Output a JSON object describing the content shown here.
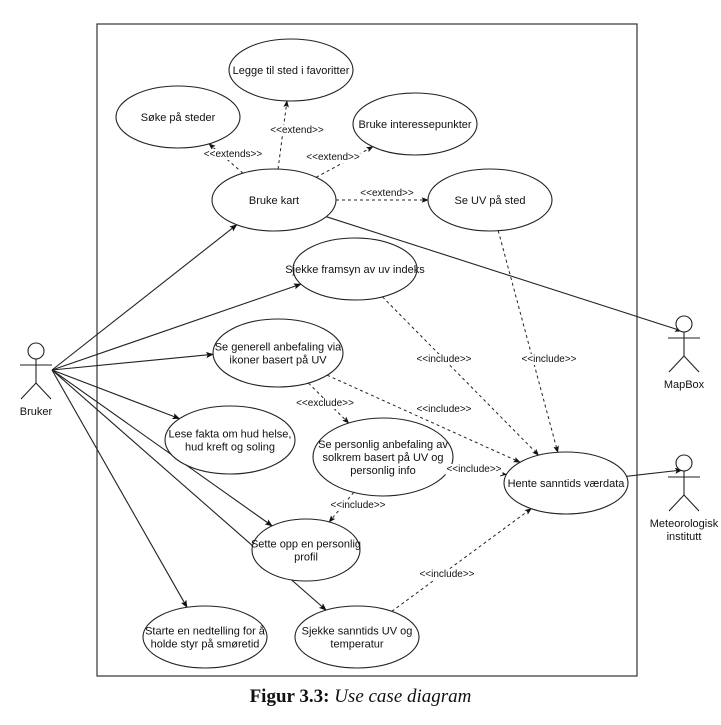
{
  "diagram": {
    "type": "uml-use-case",
    "actors": [
      {
        "id": "bruker",
        "label": [
          "Bruker"
        ]
      },
      {
        "id": "mapbox",
        "label": [
          "MapBox"
        ]
      },
      {
        "id": "met",
        "label": [
          "Meteorologisk",
          "institutt"
        ]
      }
    ],
    "use_cases": [
      {
        "id": "soke",
        "label": [
          "Søke på steder"
        ]
      },
      {
        "id": "legge",
        "label": [
          "Legge til sted i favoritter"
        ]
      },
      {
        "id": "interesse",
        "label": [
          "Bruke interessepunkter"
        ]
      },
      {
        "id": "kart",
        "label": [
          "Bruke kart"
        ]
      },
      {
        "id": "seuv",
        "label": [
          "Se UV på sted"
        ]
      },
      {
        "id": "framsyn",
        "label": [
          "Sjekke framsyn av uv indeks"
        ]
      },
      {
        "id": "generell",
        "label": [
          "Se generell anbefaling via",
          "ikoner basert på UV"
        ]
      },
      {
        "id": "fakta",
        "label": [
          "Lese fakta om hud helse,",
          "hud kreft og soling"
        ]
      },
      {
        "id": "personlig",
        "label": [
          "Se personlig anbefaling av",
          "solkrem basert på UV og",
          "personlig info"
        ]
      },
      {
        "id": "hente",
        "label": [
          "Hente sanntids værdata"
        ]
      },
      {
        "id": "profil",
        "label": [
          "Sette opp en personlig",
          "profil"
        ]
      },
      {
        "id": "nedtelling",
        "label": [
          "Starte en nedtelling for å",
          "holde styr på smøretid"
        ]
      },
      {
        "id": "sanntids",
        "label": [
          "Sjekke sanntids UV og",
          "temperatur"
        ]
      }
    ],
    "relations": [
      {
        "from": "bruker",
        "to": "kart",
        "kind": "association"
      },
      {
        "from": "bruker",
        "to": "framsyn",
        "kind": "association"
      },
      {
        "from": "bruker",
        "to": "generell",
        "kind": "association"
      },
      {
        "from": "bruker",
        "to": "fakta",
        "kind": "association"
      },
      {
        "from": "bruker",
        "to": "profil",
        "kind": "association"
      },
      {
        "from": "bruker",
        "to": "nedtelling",
        "kind": "association"
      },
      {
        "from": "bruker",
        "to": "sanntids",
        "kind": "association"
      },
      {
        "from": "kart",
        "to": "mapbox",
        "kind": "association"
      },
      {
        "from": "hente",
        "to": "met",
        "kind": "association"
      },
      {
        "from": "kart",
        "to": "soke",
        "kind": "dependency",
        "label": "<<extends>>"
      },
      {
        "from": "kart",
        "to": "legge",
        "kind": "dependency",
        "label": "<<extend>>"
      },
      {
        "from": "kart",
        "to": "interesse",
        "kind": "dependency",
        "label": "<<extend>>"
      },
      {
        "from": "kart",
        "to": "seuv",
        "kind": "dependency",
        "label": "<<extend>>"
      },
      {
        "from": "framsyn",
        "to": "hente",
        "kind": "dependency",
        "label": "<<include>>"
      },
      {
        "from": "seuv",
        "to": "hente",
        "kind": "dependency",
        "label": "<<include>>"
      },
      {
        "from": "generell",
        "to": "hente",
        "kind": "dependency",
        "label": "<<include>>"
      },
      {
        "from": "generell",
        "to": "personlig",
        "kind": "dependency",
        "label": "<<exclude>>"
      },
      {
        "from": "personlig",
        "to": "hente",
        "kind": "dependency",
        "label": "<<include>>"
      },
      {
        "from": "personlig",
        "to": "profil",
        "kind": "dependency",
        "label": "<<include>>"
      },
      {
        "from": "sanntids",
        "to": "hente",
        "kind": "dependency",
        "label": "<<include>>"
      }
    ]
  },
  "caption": {
    "number": "Figur 3.3:",
    "text": "Use case diagram"
  }
}
